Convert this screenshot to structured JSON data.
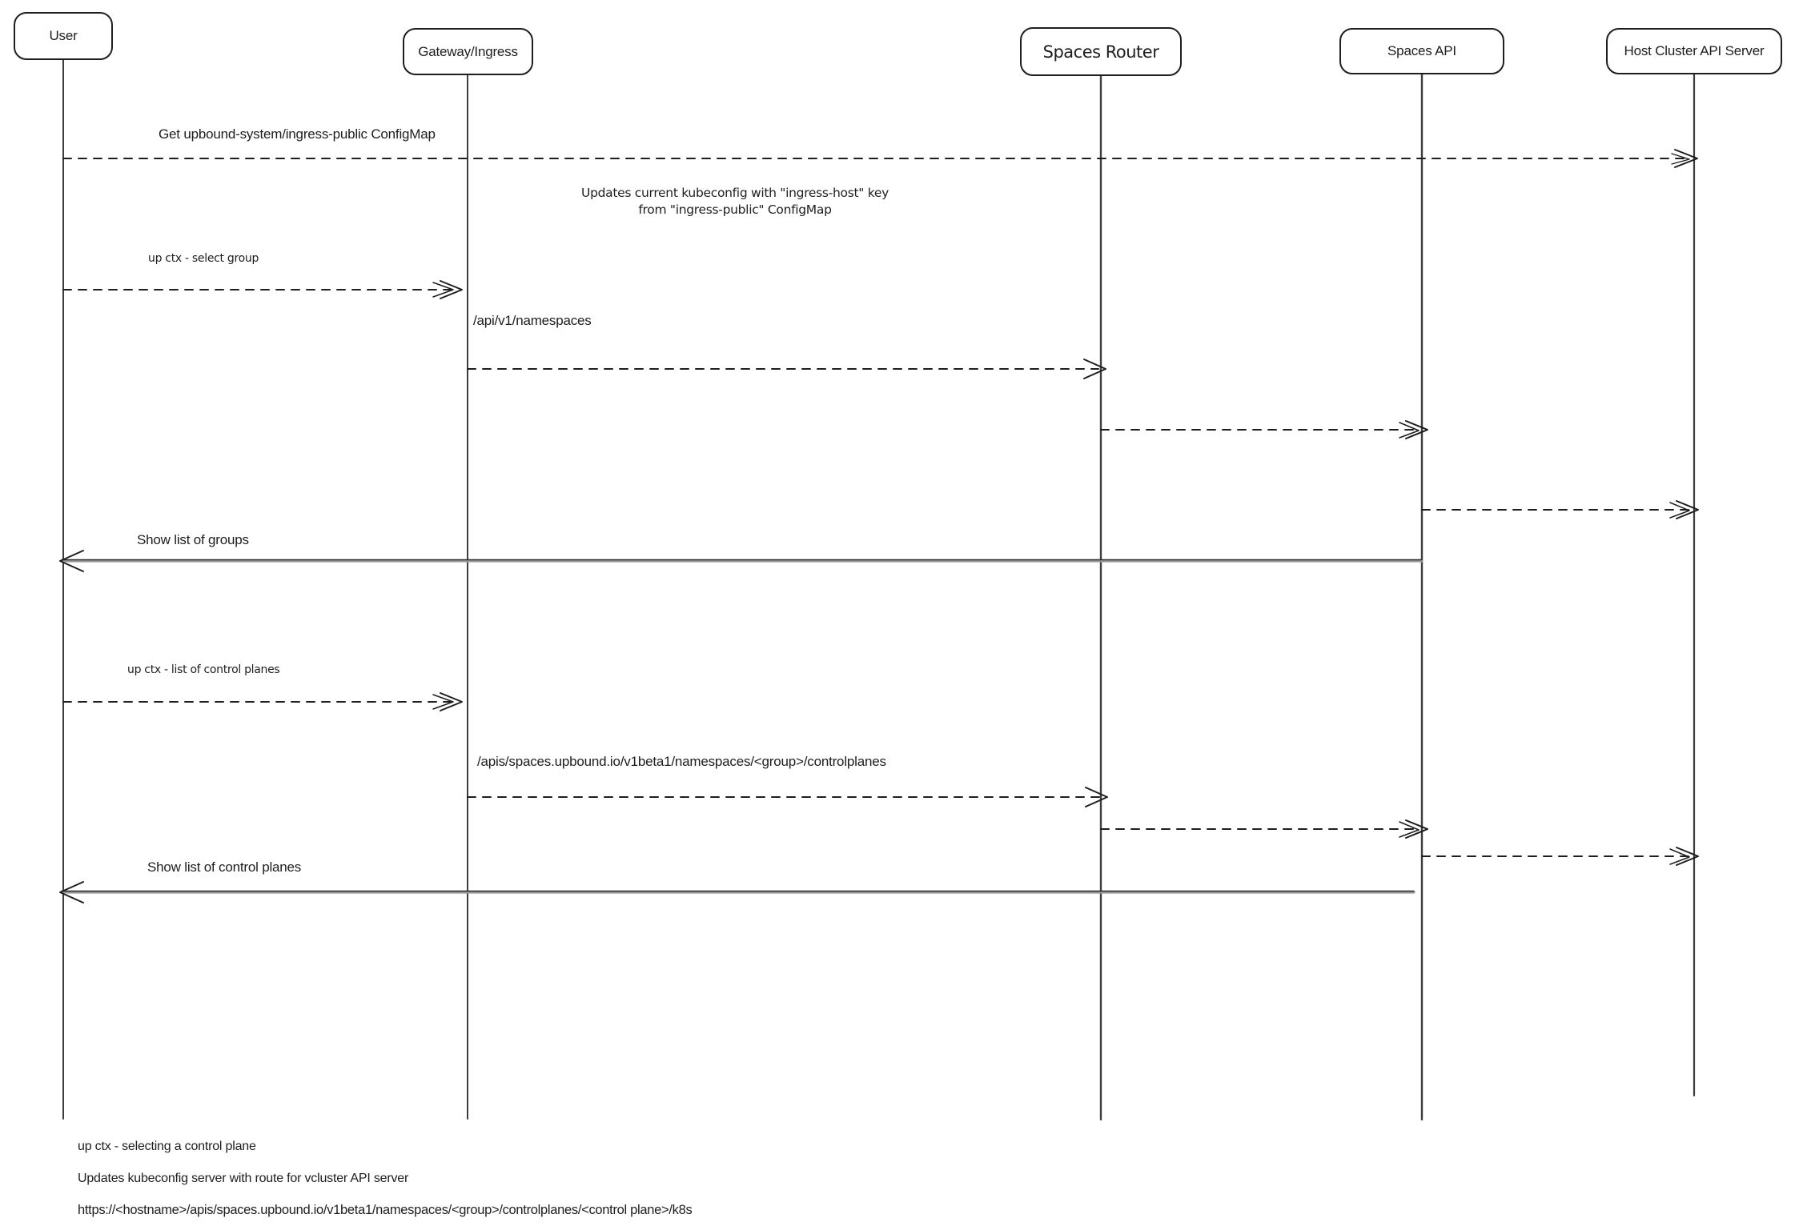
{
  "actors": [
    {
      "id": "user",
      "label": "User"
    },
    {
      "id": "gateway-ingress",
      "label": "Gateway/Ingress"
    },
    {
      "id": "spaces-router",
      "label": "Spaces Router"
    },
    {
      "id": "spaces-api",
      "label": "Spaces API"
    },
    {
      "id": "host-cluster-api-server",
      "label": "Host Cluster API Server"
    }
  ],
  "messages": {
    "get_configmap": "Get upbound-system/ingress-public ConfigMap",
    "select_group": "up ctx - select group",
    "api_namespaces": "/api/v1/namespaces",
    "show_groups": "Show list of groups",
    "list_control_planes": "up ctx - list of control planes",
    "apis_controlplanes": "/apis/spaces.upbound.io/v1beta1/namespaces/<group>/controlplanes",
    "show_control_planes": "Show list of control planes"
  },
  "note": {
    "line1": "Updates current kubeconfig with \"ingress-host\" key",
    "line2": "from \"ingress-public\" ConfigMap"
  },
  "footnotes": {
    "line1": "up ctx - selecting a control plane",
    "line2": "Updates kubeconfig server with route for vcluster API server",
    "line3": "https://<hostname>/apis/spaces.upbound.io/v1beta1/namespaces/<group>/controlplanes/<control plane>/k8s"
  },
  "colors": {
    "stroke": "#1e1e1e",
    "background": "#ffffff"
  }
}
